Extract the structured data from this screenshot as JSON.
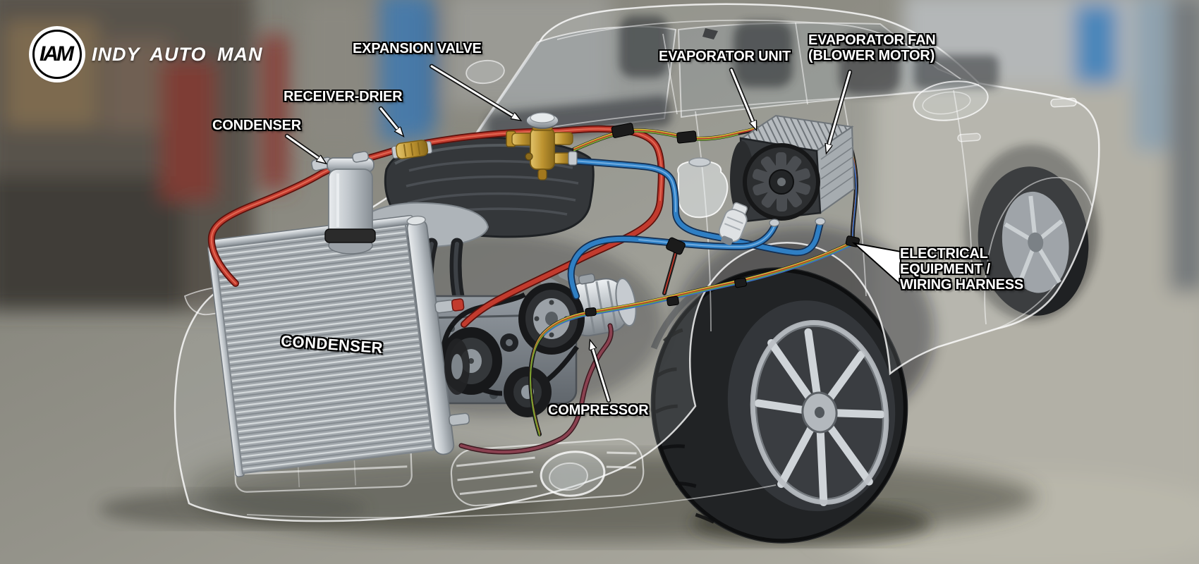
{
  "brand": {
    "monogram": "IAM",
    "name": "INDY AUTO MAN"
  },
  "labels": {
    "condenser_callout": "CONDENSER",
    "receiver_drier": "RECEIVER-DRIER",
    "expansion_valve": "EXPANSION VALVE",
    "evaporator_unit": "EVAPORATOR UNIT",
    "evaporator_fan_line1": "EVAPORATOR FAN",
    "evaporator_fan_line2": "(BLOWER MOTOR)",
    "electrical_line1": "ELECTRICAL",
    "electrical_line2": "EQUIPMENT /",
    "electrical_line3": "WIRING HARNESS",
    "compressor": "COMPRESSOR",
    "condenser_on_part": "CONDENSER"
  },
  "legend_colors": {
    "high_pressure_line": "#c23b2e",
    "low_pressure_line": "#2f7fc4",
    "expansion_valve_brass": "#c0932f",
    "harness_wires": [
      "#c0392b",
      "#d4c23a",
      "#76a832",
      "#3a6fc0"
    ]
  }
}
